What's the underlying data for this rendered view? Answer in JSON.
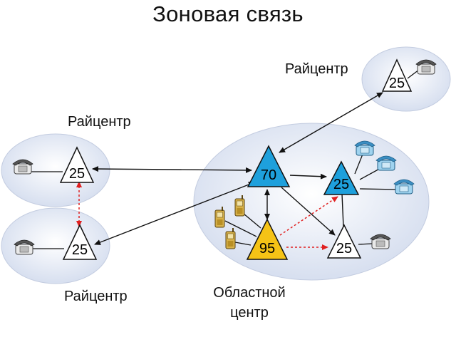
{
  "title": "Зоновая связь",
  "zones": {
    "top_right": {
      "label": "Райцентр",
      "node": "25"
    },
    "left_top": {
      "label": "Райцентр",
      "node": "25"
    },
    "left_bottom": {
      "label": "Райцентр",
      "node": "25"
    },
    "regional": {
      "label_line1": "Областной",
      "label_line2": "центр",
      "node_main": "70",
      "node_blue": "25",
      "node_mobile": "95",
      "node_white": "25"
    }
  },
  "colors": {
    "zone_fill": "#dce4f2",
    "node_blue": "#1ea0dc",
    "node_mobile": "#f5c316",
    "link_dashed": "#e02020",
    "phone": "#6fa8c8"
  }
}
